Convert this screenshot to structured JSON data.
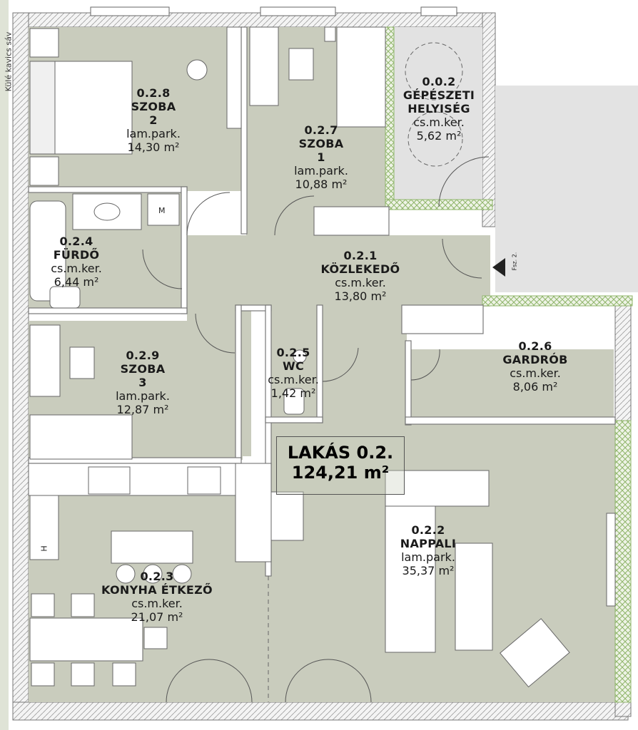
{
  "plan": {
    "side_label": "Külé kavics sáv",
    "level_mark": "Fsz. 2.",
    "apartment": {
      "title": "LAKÁS 0.2.",
      "area": "124,21 m²"
    },
    "symbols": {
      "washer": "M",
      "fridge": "H"
    },
    "rooms": [
      {
        "id": "r028",
        "code": "0.2.8",
        "name": "SZOBA",
        "number": "2",
        "floor": "lam.park.",
        "area": "14,30 m²"
      },
      {
        "id": "r027",
        "code": "0.2.7",
        "name": "SZOBA",
        "number": "1",
        "floor": "lam.park.",
        "area": "10,88 m²"
      },
      {
        "id": "r002",
        "code": "0.0.2",
        "name": "GÉPÉSZETI",
        "name2": "HELYISÉG",
        "floor": "cs.m.ker.",
        "area": "5,62 m²"
      },
      {
        "id": "r024",
        "code": "0.2.4",
        "name": "FÜRDŐ",
        "floor": "cs.m.ker.",
        "area": "6,44 m²"
      },
      {
        "id": "r021",
        "code": "0.2.1",
        "name": "KÖZLEKEDŐ",
        "floor": "cs.m.ker.",
        "area": "13,80 m²"
      },
      {
        "id": "r025",
        "code": "0.2.5",
        "name": "WC",
        "floor": "cs.m.ker.",
        "area": "1,42 m²"
      },
      {
        "id": "r026",
        "code": "0.2.6",
        "name": "GARDRÓB",
        "floor": "cs.m.ker.",
        "area": "8,06 m²"
      },
      {
        "id": "r029",
        "code": "0.2.9",
        "name": "SZOBA",
        "number": "3",
        "floor": "lam.park.",
        "area": "12,87 m²"
      },
      {
        "id": "r022",
        "code": "0.2.2",
        "name": "NAPPALI",
        "floor": "lam.park.",
        "area": "35,37 m²"
      },
      {
        "id": "r023",
        "code": "0.2.3",
        "name": "KONYHA ÉTKEZŐ",
        "floor": "cs.m.ker.",
        "area": "21,07 m²"
      }
    ]
  },
  "colors": {
    "floor_fill": "#c9ccbd",
    "wall": "#7a7a7a",
    "hatch": "#8fb56a",
    "furniture": "#ffffff"
  }
}
